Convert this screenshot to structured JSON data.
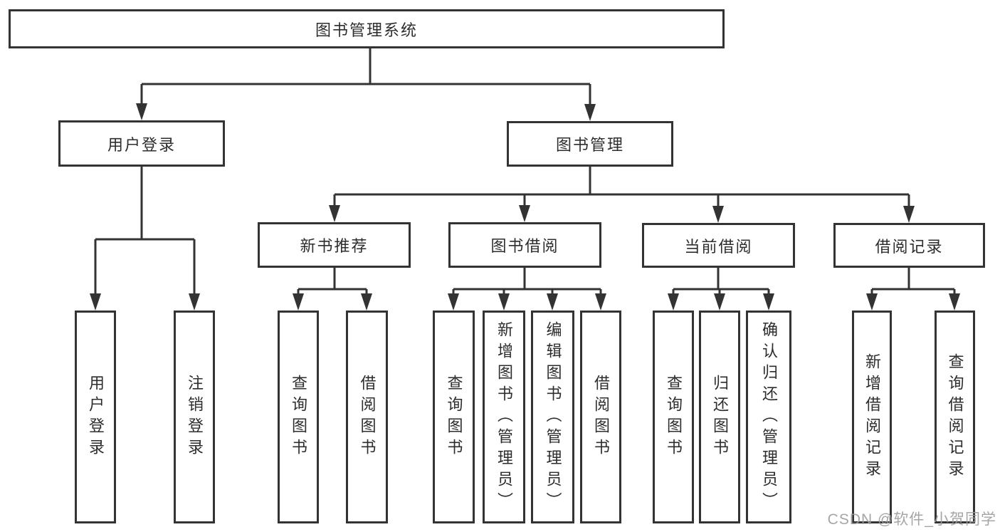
{
  "diagram": {
    "root": {
      "label": "图书管理系统"
    },
    "level2": [
      {
        "label": "用户登录"
      },
      {
        "label": "图书管理"
      }
    ],
    "level3": [
      {
        "label": "新书推荐",
        "parent": "图书管理"
      },
      {
        "label": "图书借阅",
        "parent": "图书管理"
      },
      {
        "label": "当前借阅",
        "parent": "图书管理"
      },
      {
        "label": "借阅记录",
        "parent": "图书管理"
      }
    ],
    "leaves": [
      {
        "label": "用户登录",
        "parent": "用户登录"
      },
      {
        "label": "注销登录",
        "parent": "用户登录"
      },
      {
        "label": "查询图书",
        "parent": "新书推荐"
      },
      {
        "label": "借阅图书",
        "parent": "新书推荐"
      },
      {
        "label": "查询图书",
        "parent": "图书借阅"
      },
      {
        "label": "新增图书（管理员）",
        "parent": "图书借阅"
      },
      {
        "label": "编辑图书（管理员）",
        "parent": "图书借阅"
      },
      {
        "label": "借阅图书",
        "parent": "图书借阅"
      },
      {
        "label": "查询图书",
        "parent": "当前借阅"
      },
      {
        "label": "归还图书",
        "parent": "当前借阅"
      },
      {
        "label": "确认归还（管理员）",
        "parent": "当前借阅"
      },
      {
        "label": "新增借阅记录",
        "parent": "借阅记录"
      },
      {
        "label": "查询借阅记录",
        "parent": "借阅记录"
      }
    ]
  },
  "watermark": {
    "text": "CSDN @软件_小贺同学"
  },
  "colors": {
    "line": "#333333",
    "text": "#2d2d2d",
    "box_bg": "#ffffff",
    "watermark": "#9c9c9c"
  }
}
